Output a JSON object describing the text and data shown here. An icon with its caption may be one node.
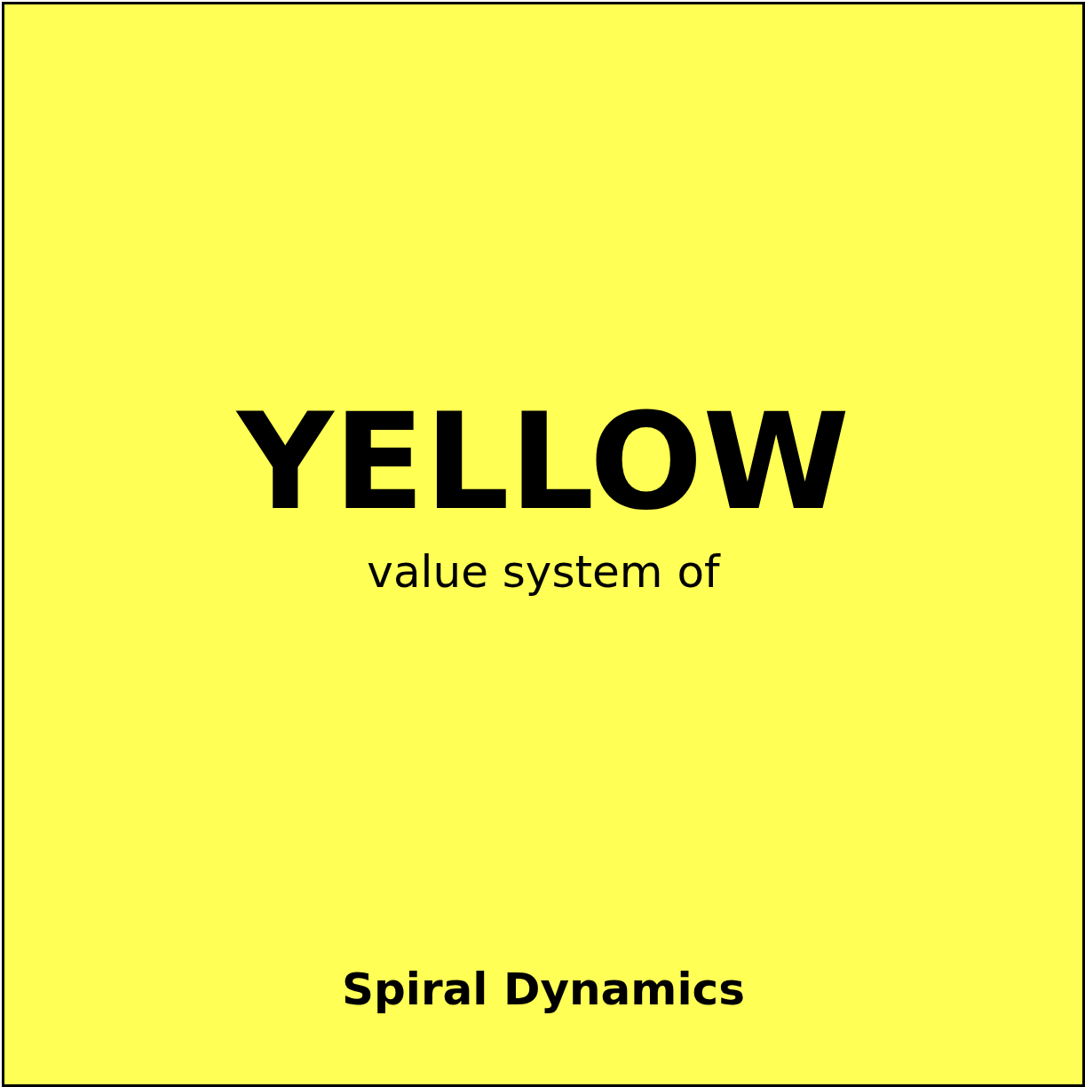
{
  "diagram": {
    "nodes": [
      {
        "text": [
          "YELLOW",
          "value system of",
          "Spiral Dynamics"
        ]
      }
    ]
  }
}
